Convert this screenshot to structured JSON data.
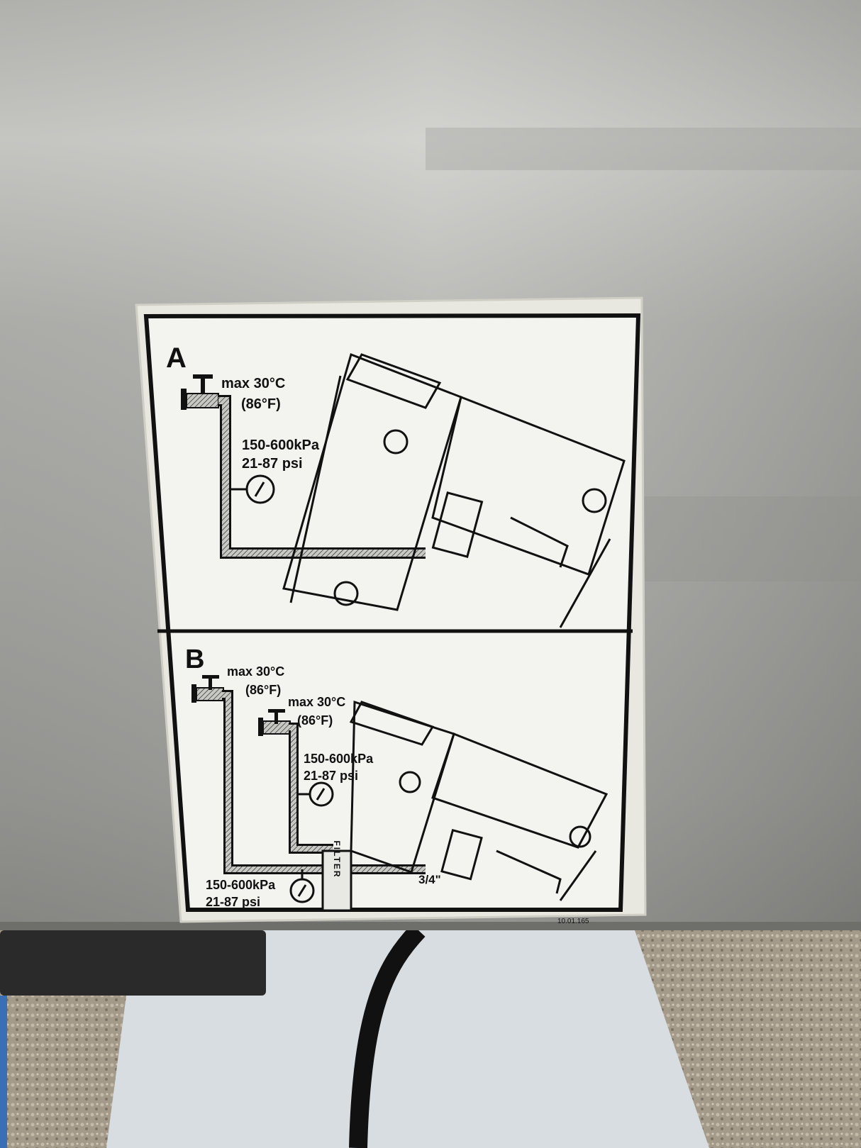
{
  "label": {
    "section_a": {
      "letter": "A",
      "temp_max": "max 30°C",
      "temp_f": "(86°F)",
      "pressure_kpa": "150-600kPa",
      "pressure_psi": "21-87 psi"
    },
    "section_b": {
      "letter": "B",
      "tap1_temp_max": "max 30°C",
      "tap1_temp_f": "(86°F)",
      "tap2_temp_max": "max 30°C",
      "tap2_temp_f": "(86°F)",
      "pressure_upper_kpa": "150-600kPa",
      "pressure_upper_psi": "21-87 psi",
      "pressure_lower_kpa": "150-600kPa",
      "pressure_lower_psi": "21-87 psi",
      "filter_text": "FILTER",
      "pipe_size": "3/4\""
    },
    "part_number": "10.01.165"
  },
  "colors": {
    "steel_light": "#c9c9c5",
    "steel_dark": "#8f8f8b",
    "label_bg": "#f3f3ef",
    "ink": "#111111"
  }
}
